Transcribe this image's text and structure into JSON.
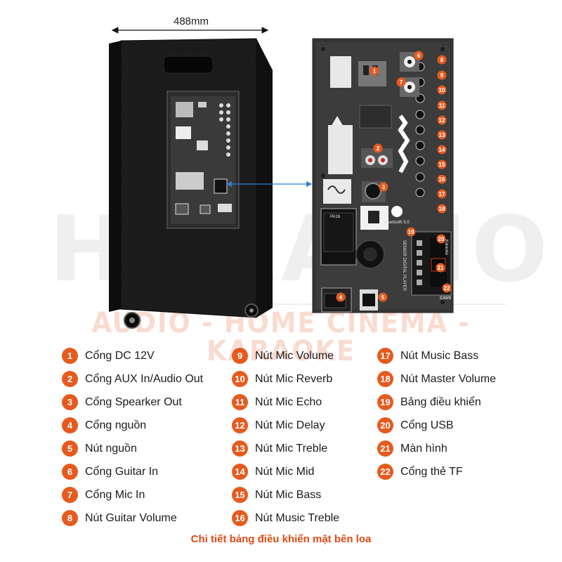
{
  "dimension": {
    "label": "488mm"
  },
  "watermark": {
    "brand": "HDRADIO",
    "tagline": "AUDIO - HOME CINEMA - KARAOKE"
  },
  "panel": {
    "brand_logo": "CAVS",
    "player_label": "SENIOR DIGITAL PLAYER",
    "karaoke_label": "Karaoke",
    "model_label": "PA16",
    "bluetooth_label": "Bluetooth 5.0"
  },
  "legend": {
    "items": [
      {
        "num": "1",
        "label": "Cổng DC 12V"
      },
      {
        "num": "2",
        "label": "Cổng AUX In/Audio Out"
      },
      {
        "num": "3",
        "label": "Cổng Spearker Out"
      },
      {
        "num": "4",
        "label": "Cổng nguồn"
      },
      {
        "num": "5",
        "label": "Nút nguồn"
      },
      {
        "num": "6",
        "label": "Cổng Guitar In"
      },
      {
        "num": "7",
        "label": "Cổng Mic In"
      },
      {
        "num": "8",
        "label": "Nút Guitar Volume"
      },
      {
        "num": "9",
        "label": "Nút Mic Volume"
      },
      {
        "num": "10",
        "label": "Nút Mic Reverb"
      },
      {
        "num": "11",
        "label": "Nút Mic Echo"
      },
      {
        "num": "12",
        "label": "Nút Mic Delay"
      },
      {
        "num": "13",
        "label": "Nút Mic Treble"
      },
      {
        "num": "14",
        "label": "Nút Mic Mid"
      },
      {
        "num": "15",
        "label": "Nút Mic Bass"
      },
      {
        "num": "16",
        "label": "Nút Music Treble"
      },
      {
        "num": "17",
        "label": "Nút Music Bass"
      },
      {
        "num": "18",
        "label": "Nút Master Volume"
      },
      {
        "num": "19",
        "label": "Bảng điều khiển"
      },
      {
        "num": "20",
        "label": "Cổng USB"
      },
      {
        "num": "21",
        "label": "Màn hình"
      },
      {
        "num": "22",
        "label": "Cổng thẻ TF"
      }
    ]
  },
  "caption": "Chi tiết bảng điều khiển mặt bên loa",
  "colors": {
    "accent": "#e65a1e",
    "caption": "#e04a14",
    "callout_line": "#2b7fd4"
  }
}
